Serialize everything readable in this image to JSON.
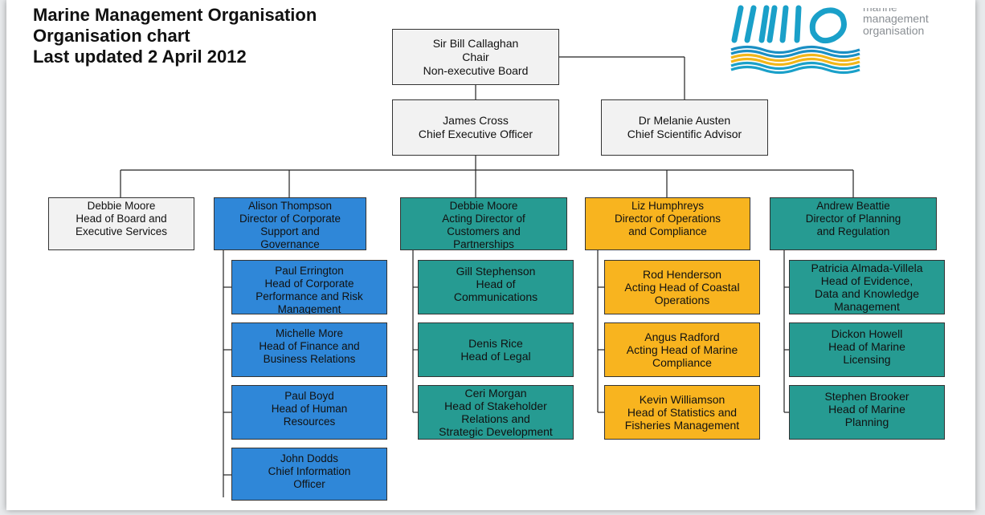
{
  "title_lines": [
    "Marine Management Organisation",
    "Organisation chart",
    "Last updated 2 April 2012"
  ],
  "logo": {
    "text_lines": [
      "marine",
      "management",
      "organisation"
    ],
    "mark_color": "#1aa0c9",
    "wave_colors": [
      "#1a8fc4",
      "#f2b619",
      "#1aa0c9"
    ]
  },
  "colors": {
    "blue": "#2f87d8",
    "teal": "#269b92",
    "amber": "#f8b41f",
    "grey": "#f2f2f2"
  },
  "board": {
    "chair": [
      "Sir Bill Callaghan",
      "Chair",
      "Non-executive Board"
    ],
    "ceo": [
      "James Cross",
      "Chief Executive Officer"
    ],
    "advisor": [
      "Dr Melanie Austen",
      "Chief Scientific Advisor"
    ]
  },
  "directorates": [
    {
      "id": "board-services",
      "color": "grey",
      "head": [
        "Debbie Moore",
        "Head of Board and",
        "Executive Services"
      ],
      "reports": []
    },
    {
      "id": "corporate",
      "color": "blue",
      "head": [
        "Alison Thompson",
        "Director of Corporate",
        "Support and",
        "Governance"
      ],
      "reports": [
        [
          "Paul Errington",
          "Head of Corporate",
          "Performance and Risk",
          "Management"
        ],
        [
          "Michelle More",
          "Head of Finance and",
          "Business Relations"
        ],
        [
          "Paul Boyd",
          "Head of Human",
          "Resources"
        ],
        [
          "John Dodds",
          "Chief Information",
          "Officer"
        ]
      ]
    },
    {
      "id": "customers",
      "color": "teal",
      "head": [
        "Debbie Moore",
        "Acting Director of",
        "Customers and",
        "Partnerships"
      ],
      "reports": [
        [
          "Gill Stephenson",
          "Head of",
          "Communications"
        ],
        [
          "Denis Rice",
          "Head of Legal"
        ],
        [
          "Ceri Morgan",
          "Head of Stakeholder",
          "Relations and",
          "Strategic Development"
        ]
      ]
    },
    {
      "id": "operations",
      "color": "amber",
      "head": [
        "Liz Humphreys",
        "Director of Operations",
        "and Compliance"
      ],
      "reports": [
        [
          "Rod Henderson",
          "Acting Head of Coastal",
          "Operations"
        ],
        [
          "Angus Radford",
          "Acting Head of Marine",
          "Compliance"
        ],
        [
          "Kevin Williamson",
          "Head of Statistics and",
          "Fisheries Management"
        ]
      ]
    },
    {
      "id": "planning",
      "color": "teal",
      "head": [
        "Andrew Beattie",
        "Director of Planning",
        "and Regulation"
      ],
      "reports": [
        [
          "Patricia Almada-Villela",
          "Head of Evidence,",
          "Data and Knowledge",
          "Management"
        ],
        [
          "Dickon Howell",
          "Head of Marine",
          "Licensing"
        ],
        [
          "Stephen Brooker",
          "Head of Marine",
          "Planning"
        ]
      ]
    }
  ]
}
